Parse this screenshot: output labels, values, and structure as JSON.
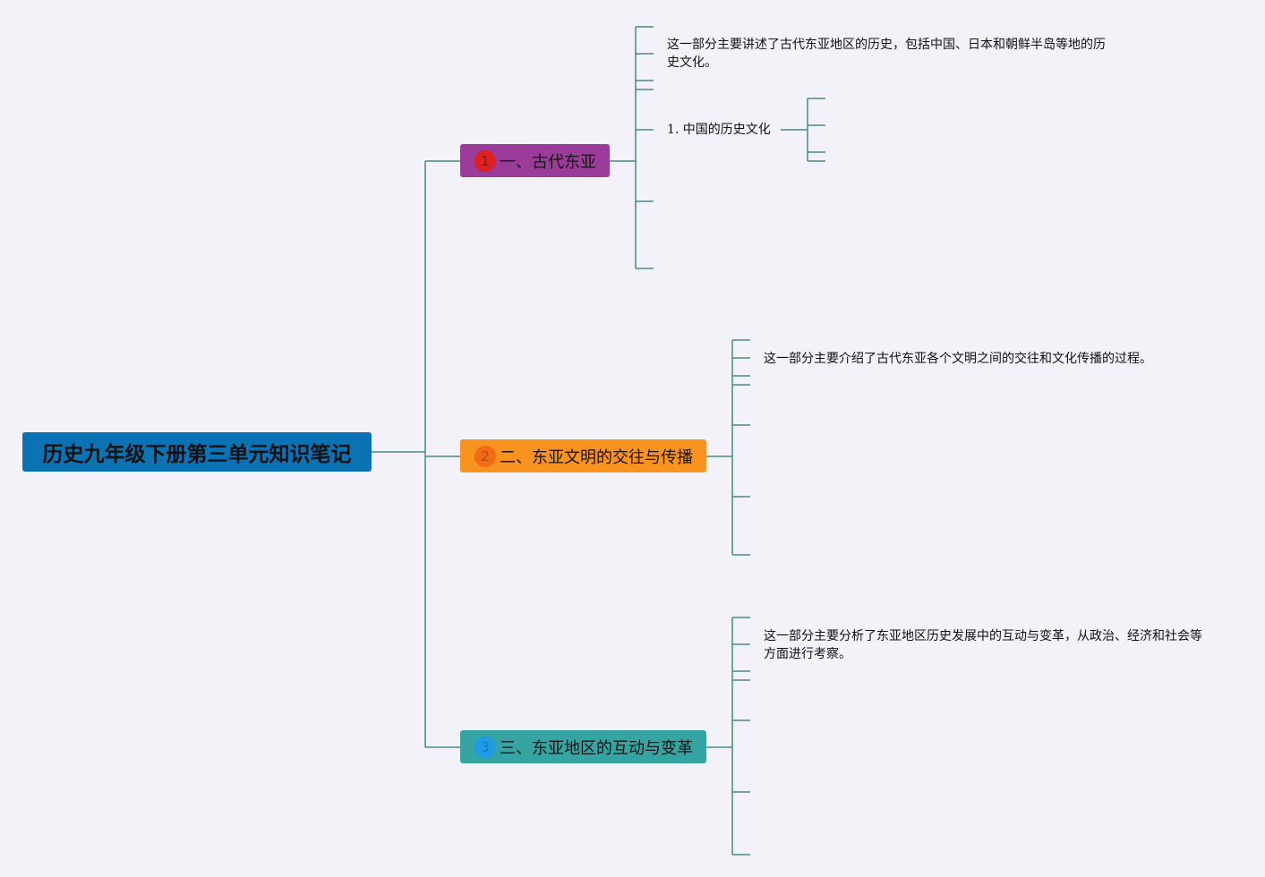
{
  "mindmap": {
    "root": {
      "label": "历史九年级下册第三单元知识笔记"
    },
    "branches": [
      {
        "badge": "1",
        "label": "一、古代东亚",
        "note": "这一部分主要讲述了古代东亚地区的历史，包括中国、日本和朝鲜半岛等地的历史文化。",
        "sub": "1. 中国的历史文化"
      },
      {
        "badge": "2",
        "label": "二、东亚文明的交往与传播",
        "note": "这一部分主要介绍了古代东亚各个文明之间的交往和文化传播的过程。"
      },
      {
        "badge": "3",
        "label": "三、东亚地区的互动与变革",
        "note": "这一部分主要分析了东亚地区历史发展中的互动与变革，从政治、经济和社会等方面进行考察。"
      }
    ]
  },
  "colors": {
    "background": "#f3f2f8",
    "connector": "#4a8a80",
    "root": "#0b72b4",
    "branch1": "#9b3c9a",
    "branch2": "#f7931e",
    "branch3": "#35a4a2"
  }
}
